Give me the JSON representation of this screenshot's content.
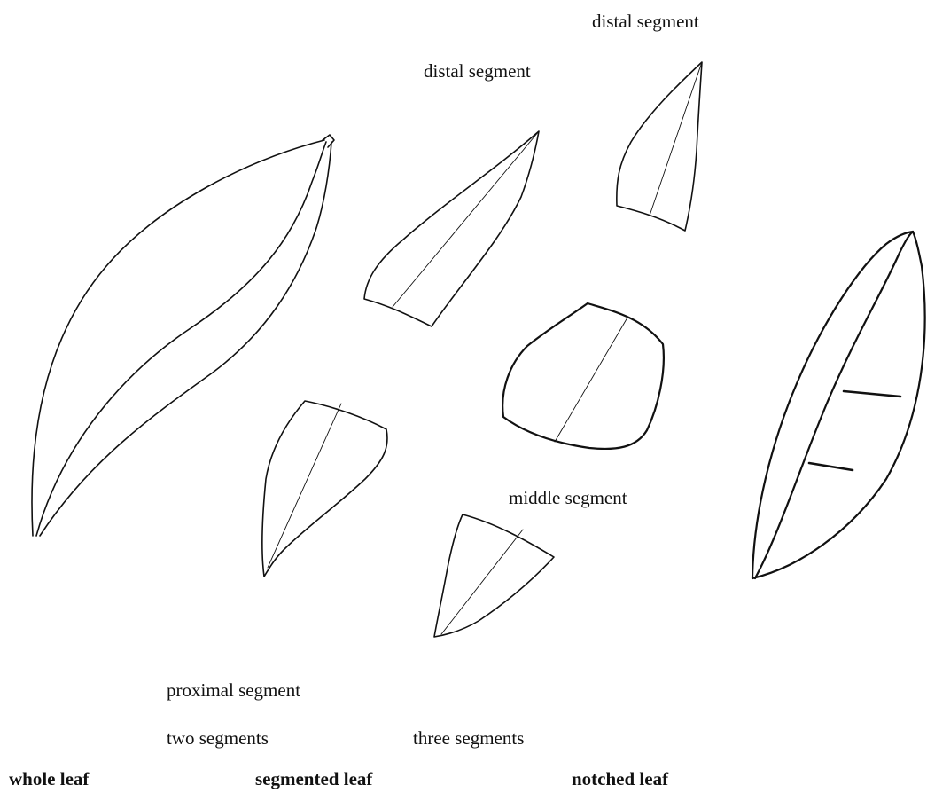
{
  "labels": {
    "distal_segment_top": "distal segment",
    "distal_segment_two": "distal segment",
    "middle_segment": "middle segment",
    "proximal_segment": "proximal segment",
    "two_segments": "two segments",
    "three_segments": "three segments"
  },
  "captions": {
    "whole_leaf": "whole leaf",
    "segmented_leaf": "segmented leaf",
    "notched_leaf": "notched leaf"
  }
}
